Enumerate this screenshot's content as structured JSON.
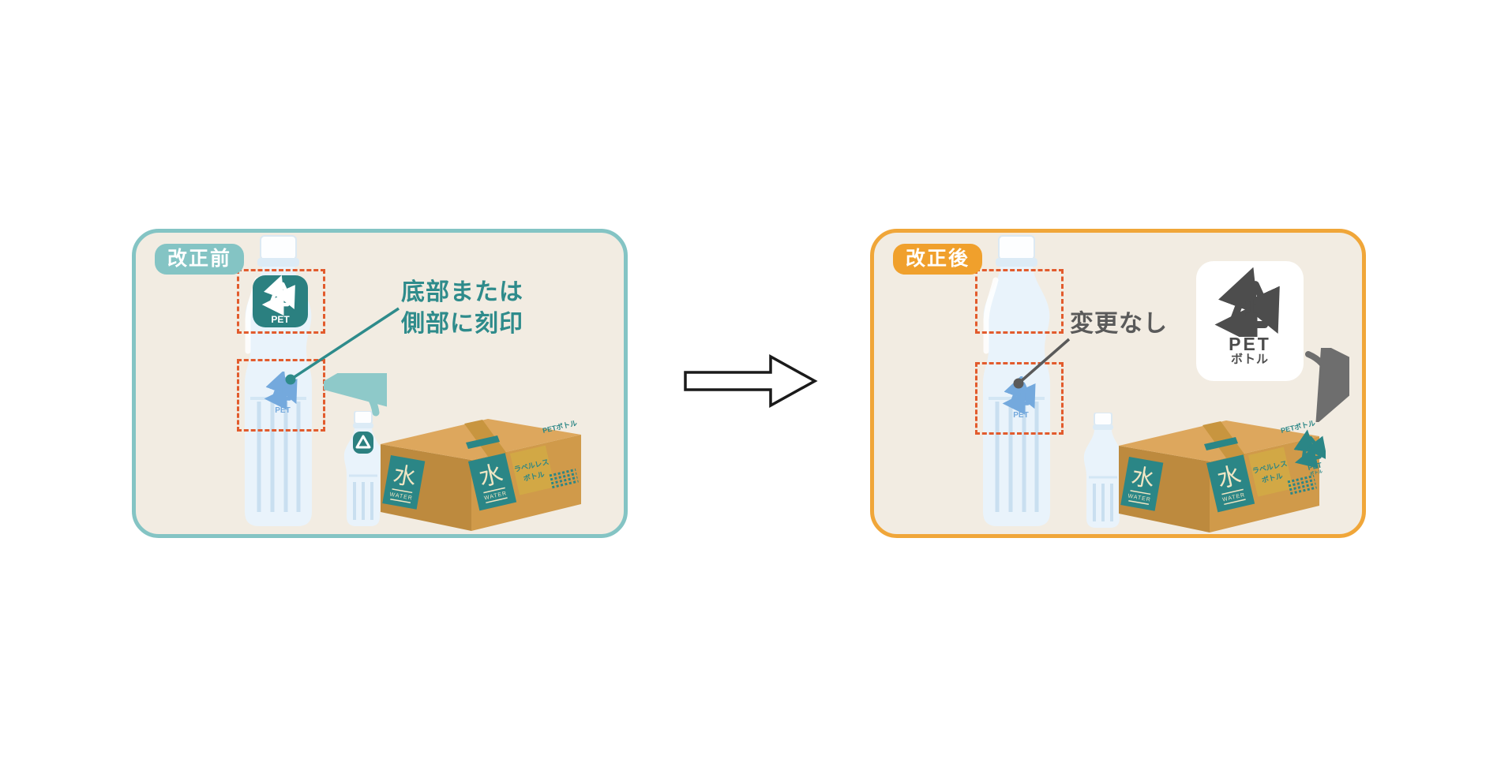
{
  "colors": {
    "teal_border": "#84c4c4",
    "teal_dark": "#2b8686",
    "teal_text": "#2e8b8b",
    "orange_border": "#f0a639",
    "orange_badge": "#f0a02c",
    "dashed_outline": "#e25b2d",
    "panel_background": "#f2ece2",
    "emboss_blue": "#74a9dd",
    "box_tan": "#d09a4a",
    "gray_text": "#5a5a5a",
    "mark_dark_gray": "#4d4d4d"
  },
  "before": {
    "label": "改正前",
    "annotation_line1": "底部または",
    "annotation_line2": "側部に刻印",
    "neck_mark": {
      "number": "1",
      "material": "PET"
    },
    "emboss_mark": {
      "number": "1",
      "material": "PET"
    }
  },
  "after": {
    "label": "改正後",
    "annotation": "変更なし",
    "emboss_mark": {
      "number": "1",
      "material": "PET"
    },
    "pet_card": {
      "number": "1",
      "material": "PET",
      "material_sub": "ボトル"
    },
    "box_mark": {
      "number": "1",
      "material": "PET",
      "material_sub": "ボトル"
    }
  },
  "box": {
    "kanji": "水",
    "sub": "WATER",
    "tag_line1": "ラベルレス",
    "tag_line2": "ボトル",
    "corner_text": "PETボトル"
  }
}
